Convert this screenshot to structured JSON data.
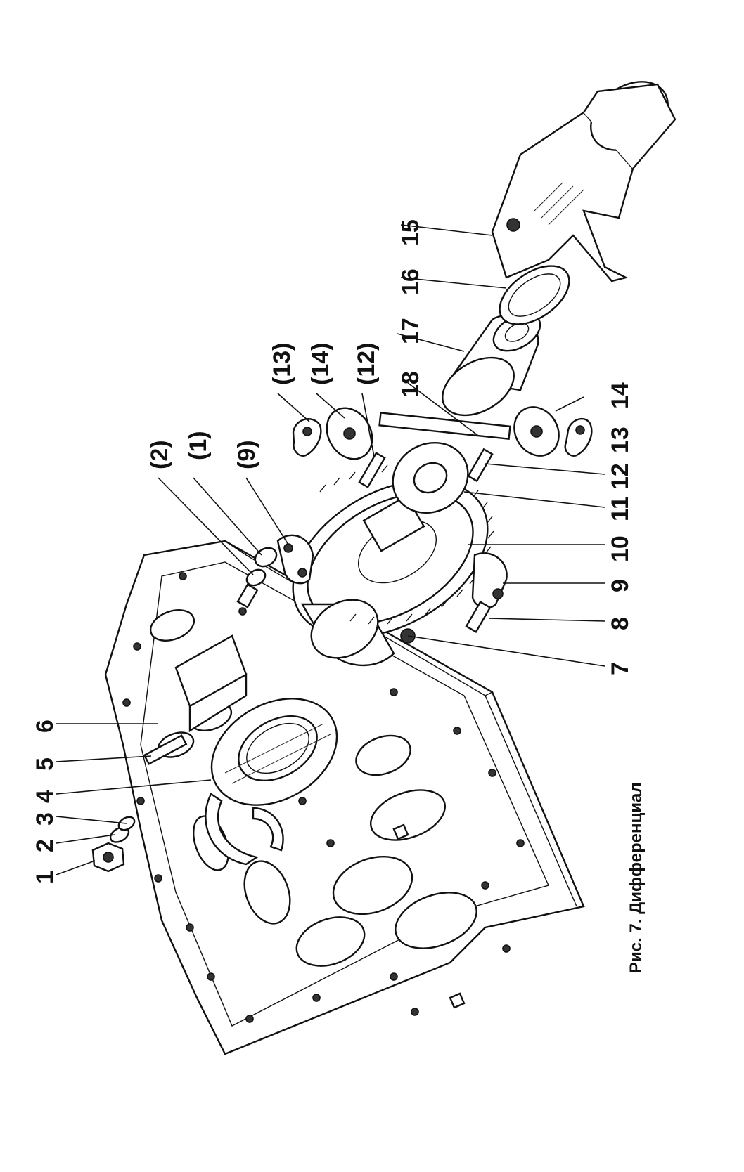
{
  "figure": {
    "caption": "Рис. 7. Дифференциал"
  },
  "callouts": [
    {
      "id": "c1",
      "text": "1"
    },
    {
      "id": "c2",
      "text": "2"
    },
    {
      "id": "c3",
      "text": "3"
    },
    {
      "id": "c4",
      "text": "4"
    },
    {
      "id": "c5",
      "text": "5"
    },
    {
      "id": "c6",
      "text": "6"
    },
    {
      "id": "c7",
      "text": "7"
    },
    {
      "id": "c8",
      "text": "8"
    },
    {
      "id": "c9",
      "text": "9"
    },
    {
      "id": "c10",
      "text": "10"
    },
    {
      "id": "c11",
      "text": "11"
    },
    {
      "id": "c12",
      "text": "12"
    },
    {
      "id": "c13",
      "text": "13"
    },
    {
      "id": "c14",
      "text": "14"
    },
    {
      "id": "c15",
      "text": "15"
    },
    {
      "id": "c16",
      "text": "16"
    },
    {
      "id": "c17",
      "text": "17"
    },
    {
      "id": "c18",
      "text": "18"
    },
    {
      "id": "c19",
      "text": "(2)"
    },
    {
      "id": "c20",
      "text": "(1)"
    },
    {
      "id": "c21",
      "text": "(9)"
    },
    {
      "id": "c22",
      "text": "(13)"
    },
    {
      "id": "c23",
      "text": "(14)"
    },
    {
      "id": "c24",
      "text": "(12)"
    }
  ]
}
